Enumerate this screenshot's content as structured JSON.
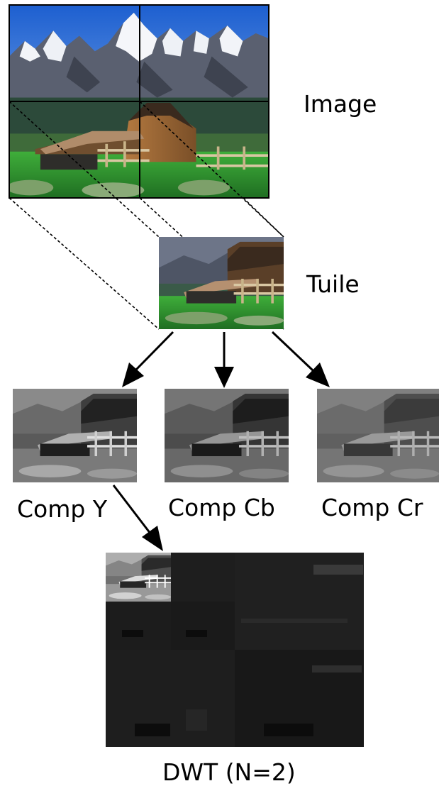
{
  "labels": {
    "image": "Image",
    "tile": "Tuile",
    "comp_y": "Comp Y",
    "comp_cb": "Comp Cb",
    "comp_cr": "Comp Cr",
    "dwt": "DWT (N=2)"
  },
  "colors": {
    "sky_top": "#1d5fd0",
    "sky_bottom": "#9cc3f0",
    "snow": "#f2f4f8",
    "rock": "#4a4f5c",
    "forest": "#1c3a1c",
    "grass": "#2f9a2f",
    "barn_roof": "#3a2a1e",
    "barn_wall": "#9a6a3a",
    "barn_shadow": "#2e2d2a",
    "fence": "#d9c7a3",
    "line": "#000000"
  }
}
